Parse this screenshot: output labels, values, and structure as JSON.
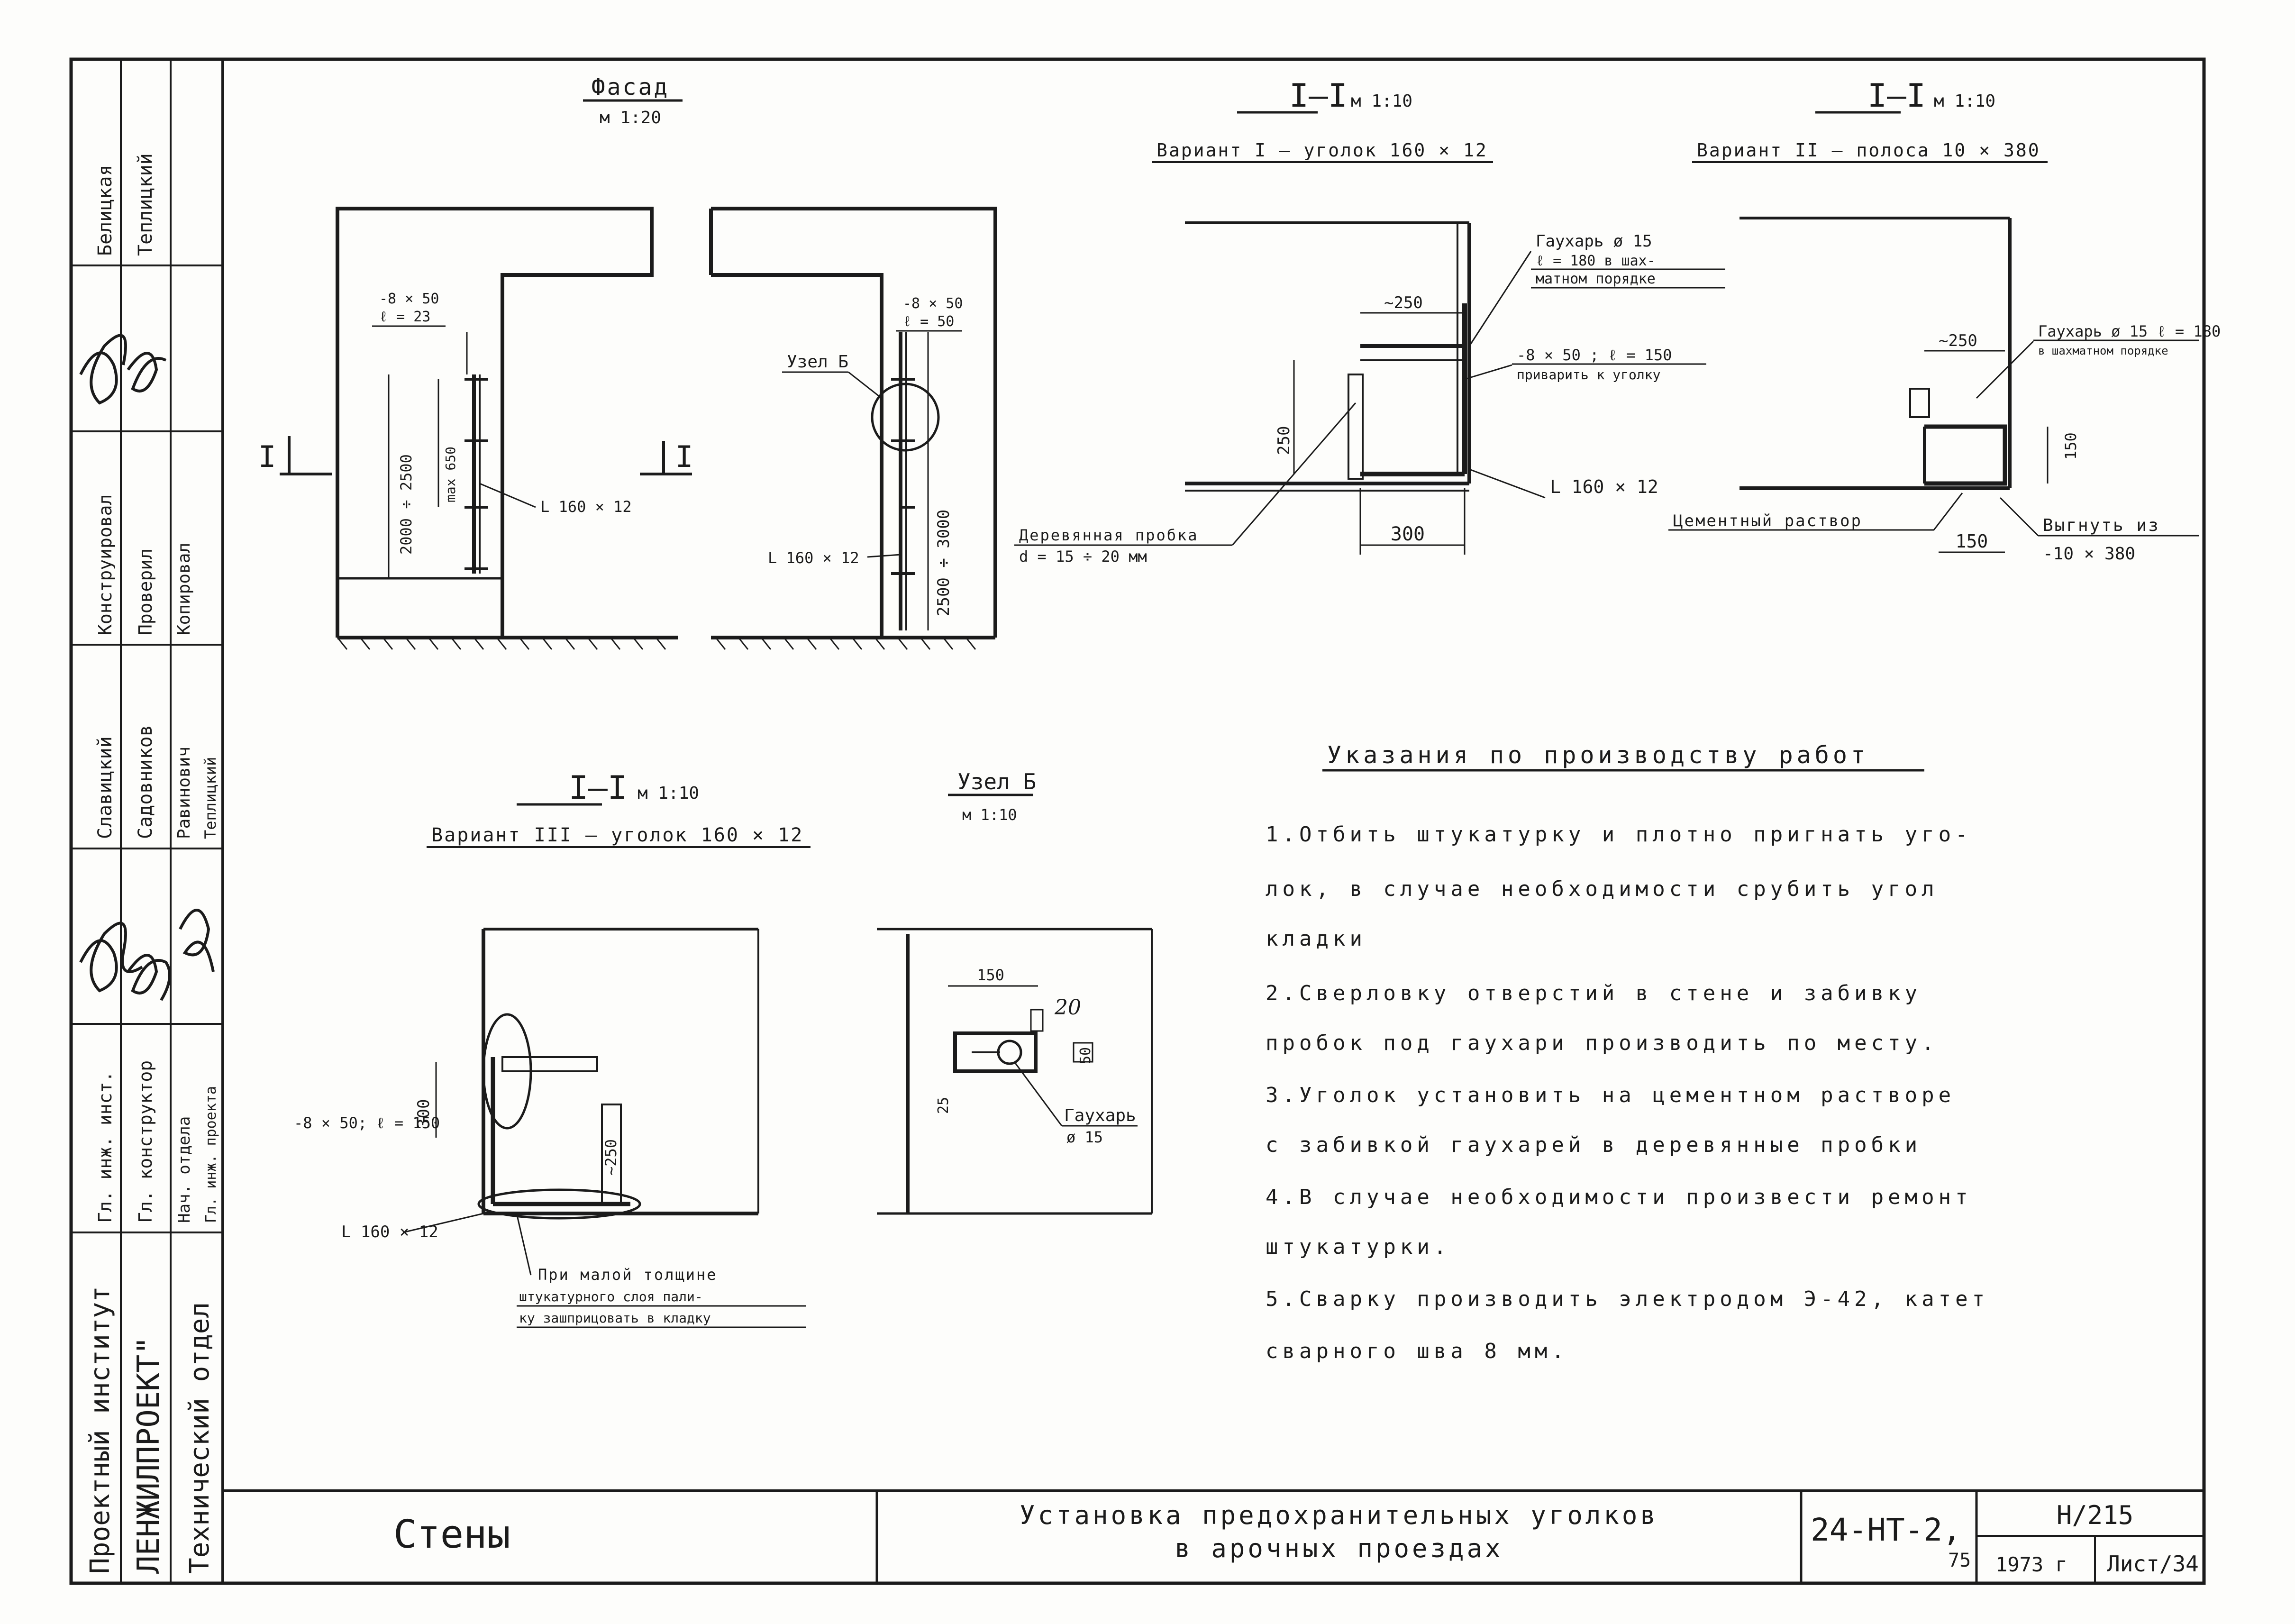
{
  "title_block": {
    "section": "Стены",
    "title_line1": "Установка предохранительных уголков",
    "title_line2": "в арочных проездах",
    "series": "24-НТ-2,",
    "series_suffix": "75",
    "number": "Н/215",
    "year": "1973 г",
    "sheet": "Лист/34"
  },
  "side_stamp": {
    "institute": "Проектный институт",
    "org": "ЛЕНЖИЛПРОЕКТ\"",
    "dept": "Технический отдел",
    "roles": [
      "Гл. инж. инст.",
      "Гл. конструктор",
      "Нач. отдела",
      "Гл. инж. проекта"
    ],
    "names": [
      "Славицкий",
      "Садовников",
      "Равинович",
      "Теплицкий"
    ],
    "roles2": [
      "Конструировал",
      "Проверил",
      "Копировал"
    ],
    "names2": [
      "Белицкая",
      "Теплицкий"
    ]
  },
  "views": {
    "facade": {
      "title": "Фасад",
      "scale": "м 1:20",
      "strip_top": "-8 × 50",
      "strip_top2": "ℓ = 23",
      "strip_right": "-8 × 50",
      "strip_right2": "ℓ = 50",
      "height_left": "2000 ÷ 2500",
      "spacing": "max 650",
      "angle_left": "L 160 × 12",
      "angle_right": "L 160 × 12",
      "height_right": "2500 ÷ 3000",
      "node_ref": "Узел Б",
      "cut_mark": "I",
      "cut_mark_left": "I"
    },
    "section_v1": {
      "title": "I–I",
      "scale": "м 1:10",
      "variant": "Вариант I – уголок 160 × 12",
      "gauge": "Гаухарь ø 15",
      "gauge2": "ℓ = 180 в шах-",
      "gauge3": "матном порядке",
      "dim_250": "~250",
      "strip": "-8 × 50 ; ℓ = 150",
      "strip2": "приварить к уголку",
      "dim_v": "250",
      "angle": "L 160 × 12",
      "dim_300": "300",
      "plug": "Деревянная пробка",
      "plug2": "d = 15 ÷ 20 мм"
    },
    "section_v2": {
      "title": "I–I",
      "scale": "м 1:10",
      "variant": "Вариант II – полоса 10 × 380",
      "dim_250": "~250",
      "gauge": "Гаухарь ø 15 ℓ = 180",
      "gauge2": "в шахматном порядке",
      "dim_v": "150",
      "mortar": "Цементный раствор",
      "dim_150": "150",
      "bend": "Выгнуть из",
      "bend2": "-10 × 380"
    },
    "section_v3": {
      "title": "I–I",
      "scale": "м 1:10",
      "variant": "Вариант III – уголок 160 × 12",
      "strip": "-8 × 50; ℓ = 150",
      "dim_300": "300",
      "dim_250": "~250",
      "angle": "L 160 × 12",
      "note1": "При малой толщине",
      "note2": "штукатурного слоя пали-",
      "note3": "ку зашприцовать в кладку"
    },
    "node_b": {
      "title": "Узел Б",
      "scale": "м 1:10",
      "dim_150": "150",
      "dim_20": "20",
      "dim_50": "50",
      "dim_25": "25",
      "gauge": "Гаухарь",
      "gauge2": "ø 15"
    }
  },
  "instructions": {
    "heading": "Указания по производству работ",
    "lines": [
      "1.Отбить штукатурку и плотно пригнать уго-",
      "лок, в случае необходимости срубить угол",
      "кладки",
      "2.Сверловку отверстий в стене и забивку",
      "пробок под гаухари производить по месту.",
      "3.Уголок установить на цементном растворе",
      "с забивкой гаухарей в деревянные пробки",
      "4.В случае необходимости произвести ремонт",
      "штукатурки.",
      "5.Сварку производить электродом Э-42, катет",
      "сварного шва 8 мм."
    ]
  }
}
